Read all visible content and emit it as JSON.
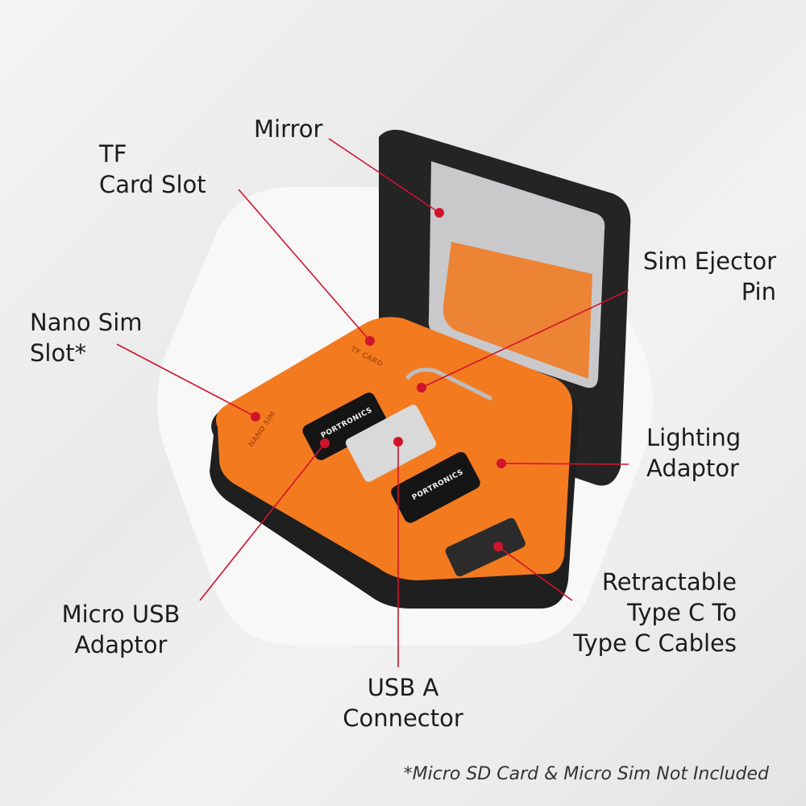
{
  "callouts": {
    "mirror": "Mirror",
    "tf_card_slot": [
      "TF",
      "Card Slot"
    ],
    "nano_sim_slot": [
      "Nano Sim",
      "Slot*"
    ],
    "sim_ejector_pin": [
      "Sim Ejector",
      "Pin"
    ],
    "lighting_adaptor": [
      "Lighting",
      "Adaptor"
    ],
    "retractable_cables": [
      "Retractable",
      "Type C To",
      "Type C Cables"
    ],
    "micro_usb_adaptor": [
      "Micro USB",
      "Adaptor"
    ],
    "usb_a_connector": [
      "USB A",
      "Connector"
    ]
  },
  "product_markings": {
    "brand": "PORTRONICS",
    "tf_card": "TF CARD",
    "nano_sim": "NANO SIM"
  },
  "footnote": "*Micro SD Card & Micro Sim Not Included",
  "colors": {
    "accent_line": "#d0142c",
    "case_orange": "#f47a20",
    "case_black": "#1f1f1f"
  }
}
